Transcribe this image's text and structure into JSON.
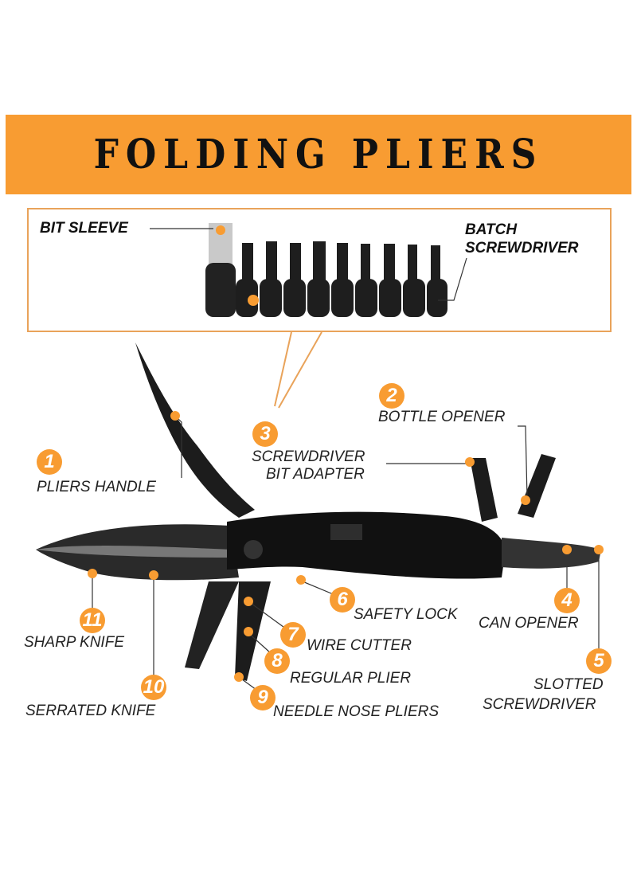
{
  "title": "FOLDING PLIERS",
  "accent": "#f89c32",
  "inset": {
    "bit_sleeve": "BIT SLEEVE",
    "batch_line1": "BATCH",
    "batch_line2": "SCREWDRIVER"
  },
  "callouts": [
    {
      "n": "1",
      "label": "PLIERS HANDLE"
    },
    {
      "n": "2",
      "label": "BOTTLE OPENER"
    },
    {
      "n": "3",
      "label1": "SCREWDRIVER",
      "label2": "BIT ADAPTER"
    },
    {
      "n": "4",
      "label": "CAN OPENER"
    },
    {
      "n": "5",
      "label1": "SLOTTED",
      "label2": "SCREWDRIVER"
    },
    {
      "n": "6",
      "label": "SAFETY LOCK"
    },
    {
      "n": "7",
      "label": "WIRE CUTTER"
    },
    {
      "n": "8",
      "label": "REGULAR PLIER"
    },
    {
      "n": "9",
      "label": "NEEDLE NOSE PLIERS"
    },
    {
      "n": "10",
      "label": "SERRATED KNIFE"
    },
    {
      "n": "11",
      "label": "SHARP KNIFE"
    }
  ]
}
